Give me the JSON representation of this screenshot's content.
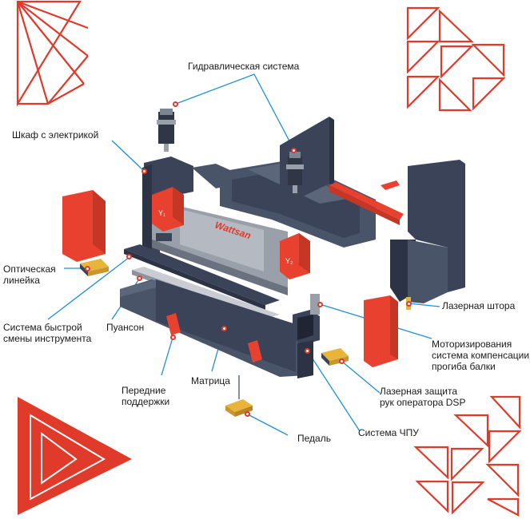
{
  "colors": {
    "accent": "#e03a2a",
    "leader": "#1f8fd6",
    "machine_dark": "#3a4357",
    "machine_mid": "#4a5468",
    "machine_light": "#9aa0aa",
    "guard_red": "#e8412f",
    "pedal_yellow": "#e8b43a"
  },
  "brand": {
    "logo": "Wattsan",
    "y1": "Y₁",
    "y2": "Y₂"
  },
  "labels": {
    "hydraulic": "Гидравлическая система",
    "cabinet": "Шкаф с электрикой",
    "optical": [
      "Оптическая",
      "линейка"
    ],
    "quick_change": [
      "Система быстрой",
      "смены инструмента"
    ],
    "punch": "Пуансон",
    "laser_curtain": "Лазерная штора",
    "crowning": [
      "Моторизирования",
      "система компенсации",
      "прогиба балки"
    ],
    "front_supports": [
      "Передние",
      "поддержки"
    ],
    "die": "Матрица",
    "laser_protection": [
      "Лазерная защита",
      "рук оператора DSP"
    ],
    "pedal": "Педаль",
    "cnc": "Система ЧПУ"
  }
}
